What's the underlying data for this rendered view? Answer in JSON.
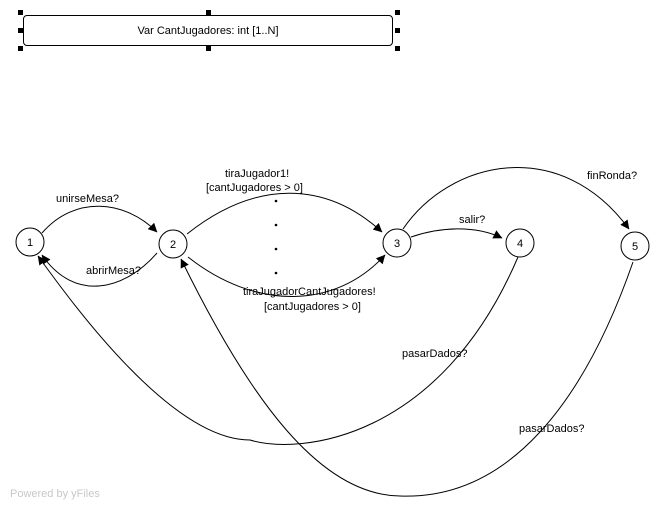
{
  "variable_box": {
    "label": "Var CantJugadores: int [1..N]"
  },
  "nodes": [
    {
      "id": "1",
      "label": "1"
    },
    {
      "id": "2",
      "label": "2"
    },
    {
      "id": "3",
      "label": "3"
    },
    {
      "id": "4",
      "label": "4"
    },
    {
      "id": "5",
      "label": "5"
    }
  ],
  "edges": {
    "unirse_mesa": "unirseMesa?",
    "abrir_mesa": "abrirMesa?",
    "tira_jugador1": "tiraJugador1!",
    "tira_jugador1_guard": "[cantJugadores > 0]",
    "tira_jugador_n": "tiraJugadorCantJugadores!",
    "tira_jugador_n_guard": "[cantJugadores > 0]",
    "salir": "salir?",
    "fin_ronda": "finRonda?",
    "pasar_dados_4": "pasarDados?",
    "pasar_dados_5": "pasarDados?"
  },
  "watermark": "Powered by yFiles"
}
